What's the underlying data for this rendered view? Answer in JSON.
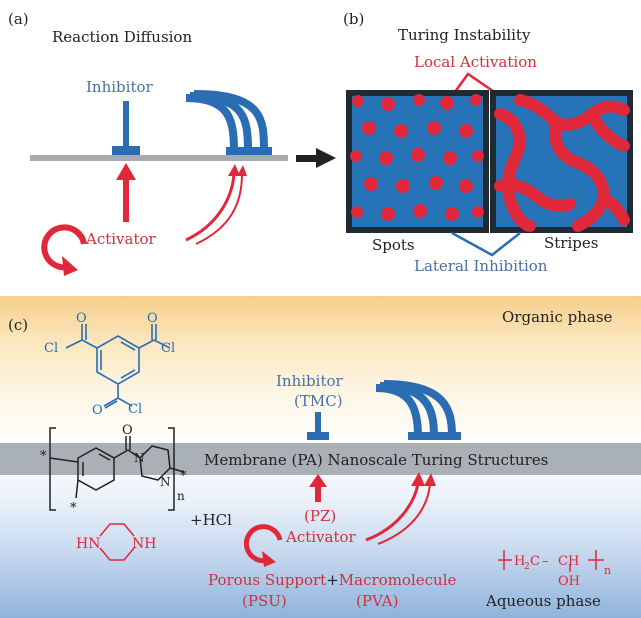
{
  "colors": {
    "blue": "#2b6db3",
    "red": "#e0283a",
    "gray": "#a7abaf",
    "dark": "#222222",
    "tile_border": "#1f2a33",
    "text_blue": "#4a6fa5",
    "text_red": "#d0303a",
    "organic_top": "#f6cf8b",
    "aqueous_bottom": "#8fb3dc",
    "membrane": "#a9b0b6"
  },
  "icons": [
    "circular-arrow-icon",
    "black-right-arrow-icon"
  ],
  "panel_a": {
    "tag": "(a)",
    "title": "Reaction Diffusion",
    "inhibitor": "Inhibitor",
    "activator": "Activator"
  },
  "panel_b": {
    "tag": "(b)",
    "title": "Turing Instability",
    "local_activation": "Local Activation",
    "spots": "Spots",
    "stripes": "Stripes",
    "lateral_inhibition": "Lateral Inhibition"
  },
  "panel_c": {
    "tag": "(c)",
    "organic_phase": "Organic phase",
    "aqueous_phase": "Aqueous phase",
    "inhibitor": "Inhibitor",
    "inhibitor_sub": "(TMC)",
    "membrane_text": "Membrane (PA) Nanoscale Turing Structures",
    "pz": "(PZ)",
    "activator": "Activator",
    "hcl": "+HCl",
    "porous_support": "Porous Support",
    "plus": "+",
    "macromolecule": "Macromolecule",
    "psu": "(PSU)",
    "pva": "(PVA)",
    "cl": "Cl",
    "o": "O",
    "n": "N",
    "star": "*",
    "sub_n": "n",
    "hn": "HN",
    "nh": "NH",
    "pva_h2c": "H",
    "pva_h2c_sub": "2",
    "pva_c": "C",
    "pva_dash": "–",
    "pva_ch": "CH",
    "pva_oh": "OH"
  }
}
